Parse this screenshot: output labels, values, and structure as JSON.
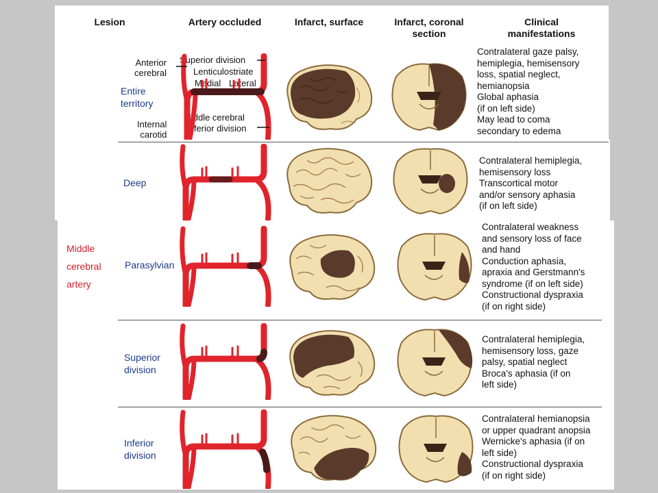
{
  "headers": {
    "lesion": "Lesion",
    "artery": "Artery occluded",
    "surface": "Infarct, surface",
    "coronal": "Infarct, coronal\nsection",
    "clinical": "Clinical\nmanifestations"
  },
  "group_label": [
    "Middle",
    "cerebral",
    "artery"
  ],
  "annotations": {
    "anterior_cerebral": "Anterior\ncerebral",
    "superior_division": "Superior division",
    "lenticulostriate": "Lenticulostriate",
    "medial": "Medial",
    "lateral": "Lateral",
    "middle_cerebral": "Middle cerebral",
    "inferior_division": "Inferior division",
    "internal_carotid": "Internal\ncarotid"
  },
  "rows": [
    {
      "lesion": "Entire\nterritory",
      "clinical": "Contralateral gaze palsy,\nhemiplegia, hemisensory\nloss, spatial neglect,\nhemianopsia\nGlobal aphasia\n(if on left side)\nMay lead to coma\nsecondary to edema"
    },
    {
      "lesion": "Deep",
      "clinical": "Contralateral hemiplegia,\nhemisensory loss\nTranscortical motor\nand/or sensory aphasia\n(if on left side)"
    },
    {
      "lesion": "Parasylvian",
      "clinical": "Contralateral weakness\nand sensory loss of face\nand hand\nConduction aphasia,\napraxia and Gerstmann's\nsyndrome (if on left side)\nConstructional dyspraxia\n(if on right side)"
    },
    {
      "lesion": "Superior\ndivision",
      "clinical": "Contralateral hemiplegia,\nhemisensory loss, gaze\npalsy, spatial neglect\nBroca's aphasia (if on\nleft side)"
    },
    {
      "lesion": "Inferior\ndivision",
      "clinical": "Contralateral hemianopsia\nor upper quadrant anopsia\nWernicke's aphasia (if on\nleft side)\nConstructional dyspraxia\n(if on right side)"
    }
  ],
  "colors": {
    "artery": "#e0242c",
    "infarct": "#5a3a2a",
    "brain": "#f2dfb0",
    "brain_outline": "#8a6a3a",
    "lesion_text": "#1b3a8a",
    "group_text": "#d21f2a"
  }
}
